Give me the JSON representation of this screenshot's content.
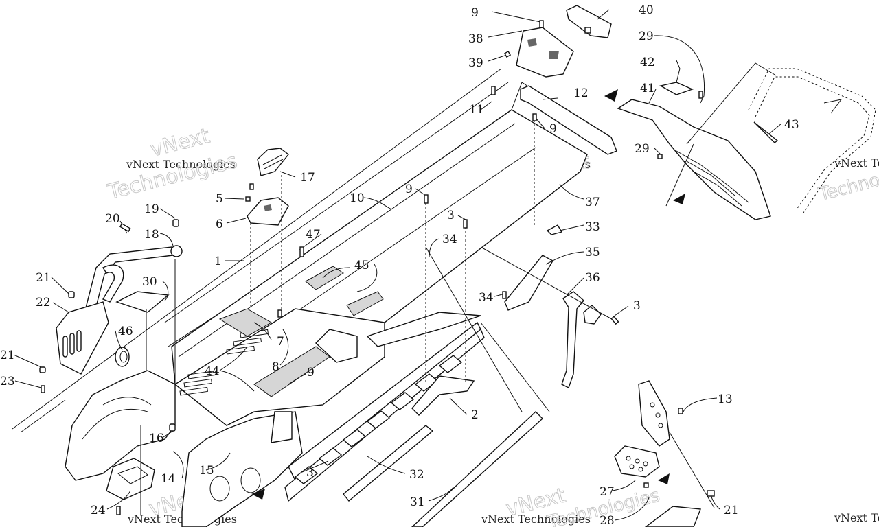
{
  "watermark": {
    "company": "vNext Technologies",
    "outline_top": "vNext",
    "outline_bottom": "Technologies"
  },
  "callouts": [
    {
      "id": "c-9a",
      "label": "9"
    },
    {
      "id": "c-40",
      "label": "40"
    },
    {
      "id": "c-38",
      "label": "38"
    },
    {
      "id": "c-39",
      "label": "39"
    },
    {
      "id": "c-29a",
      "label": "29"
    },
    {
      "id": "c-42",
      "label": "42"
    },
    {
      "id": "c-41",
      "label": "41"
    },
    {
      "id": "c-12",
      "label": "12"
    },
    {
      "id": "c-11",
      "label": "11"
    },
    {
      "id": "c-9b",
      "label": "9"
    },
    {
      "id": "c-43",
      "label": "43"
    },
    {
      "id": "c-29b",
      "label": "29"
    },
    {
      "id": "c-17",
      "label": "17"
    },
    {
      "id": "c-5",
      "label": "5"
    },
    {
      "id": "c-6",
      "label": "6"
    },
    {
      "id": "c-10",
      "label": "10"
    },
    {
      "id": "c-9c",
      "label": "9"
    },
    {
      "id": "c-37",
      "label": "37"
    },
    {
      "id": "c-3a",
      "label": "3"
    },
    {
      "id": "c-33",
      "label": "33"
    },
    {
      "id": "c-34a",
      "label": "34"
    },
    {
      "id": "c-35",
      "label": "35"
    },
    {
      "id": "c-20",
      "label": "20"
    },
    {
      "id": "c-19",
      "label": "19"
    },
    {
      "id": "c-18",
      "label": "18"
    },
    {
      "id": "c-47",
      "label": "47"
    },
    {
      "id": "c-1",
      "label": "1"
    },
    {
      "id": "c-45",
      "label": "45"
    },
    {
      "id": "c-36",
      "label": "36"
    },
    {
      "id": "c-34b",
      "label": "34"
    },
    {
      "id": "c-3b",
      "label": "3"
    },
    {
      "id": "c-21a",
      "label": "21"
    },
    {
      "id": "c-30",
      "label": "30"
    },
    {
      "id": "c-22",
      "label": "22"
    },
    {
      "id": "c-46",
      "label": "46"
    },
    {
      "id": "c-7",
      "label": "7"
    },
    {
      "id": "c-21b",
      "label": "21"
    },
    {
      "id": "c-8",
      "label": "8"
    },
    {
      "id": "c-44",
      "label": "44"
    },
    {
      "id": "c-9d",
      "label": "9"
    },
    {
      "id": "c-23",
      "label": "23"
    },
    {
      "id": "c-2",
      "label": "2"
    },
    {
      "id": "c-13",
      "label": "13"
    },
    {
      "id": "c-16",
      "label": "16"
    },
    {
      "id": "c-14",
      "label": "14"
    },
    {
      "id": "c-15",
      "label": "15"
    },
    {
      "id": "c-3c",
      "label": "3"
    },
    {
      "id": "c-32",
      "label": "32"
    },
    {
      "id": "c-27",
      "label": "27"
    },
    {
      "id": "c-21c",
      "label": "21"
    },
    {
      "id": "c-24",
      "label": "24"
    },
    {
      "id": "c-31",
      "label": "31"
    },
    {
      "id": "c-28",
      "label": "28"
    }
  ]
}
